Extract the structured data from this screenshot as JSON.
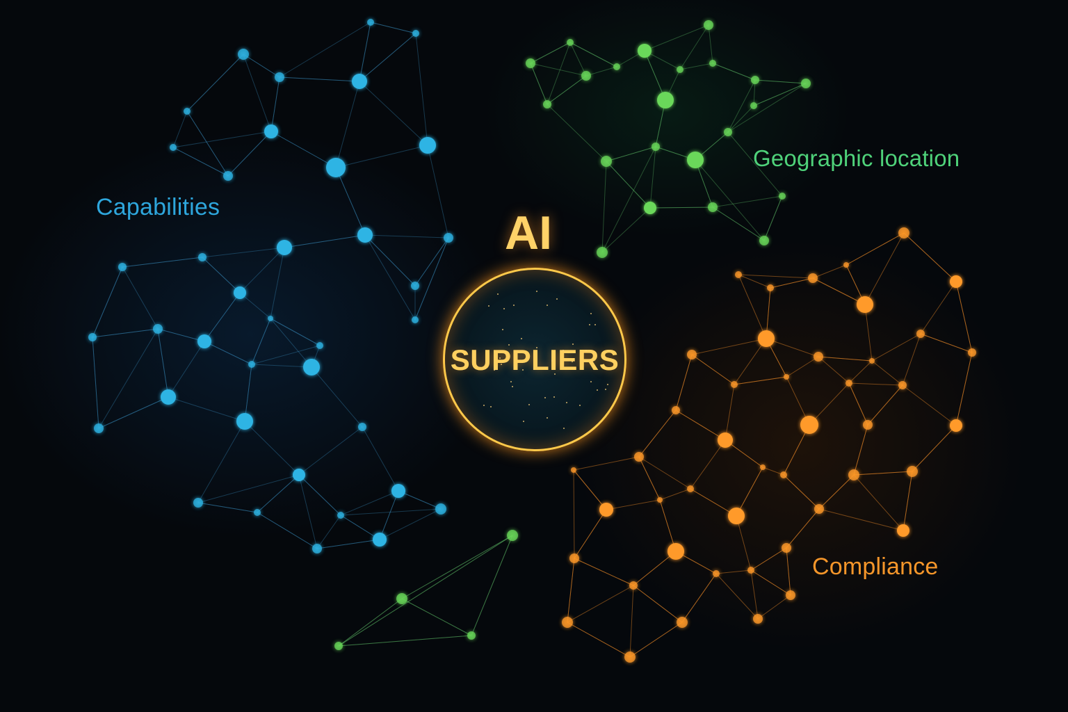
{
  "diagram": {
    "title": "AI",
    "hub": {
      "label": "SUPPLIERS",
      "ring_color": "#ffc94a"
    },
    "clusters": [
      {
        "id": "capabilities",
        "label": "Capabilities",
        "color": "#2ea6dc",
        "node_color": "#29b8e0"
      },
      {
        "id": "geographic",
        "label": "Geographic location",
        "color": "#4fd27a",
        "node_color": "#6ad85a"
      },
      {
        "id": "compliance",
        "label": "Compliance",
        "color": "#f5962a",
        "node_color": "#ff9a2a"
      }
    ]
  }
}
